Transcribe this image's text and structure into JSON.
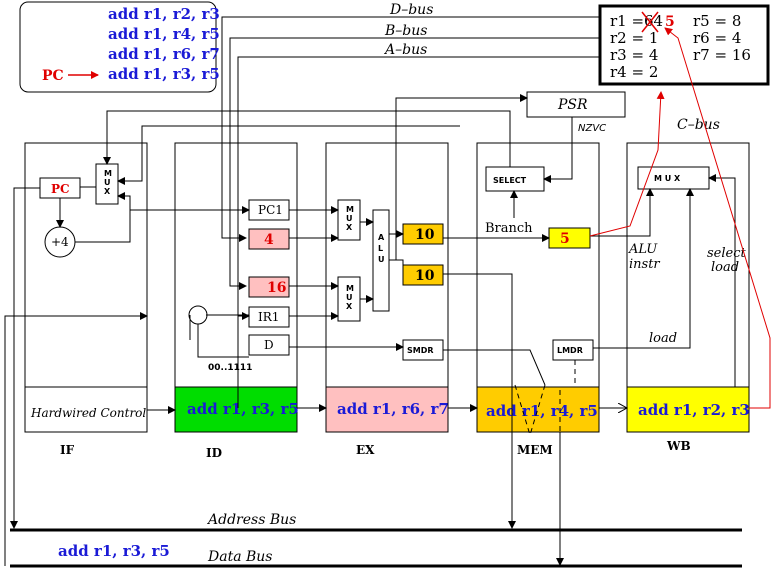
{
  "program": {
    "lines": [
      "add r1, r2, r3",
      "add r1, r4, r5",
      "add r1, r6, r7",
      "add r1, r3, r5"
    ],
    "pc_label": "PC"
  },
  "buses": {
    "d_bus": "D–bus",
    "b_bus": "B–bus",
    "a_bus": "A–bus",
    "c_bus": "C–bus",
    "address_bus": "Address Bus",
    "data_bus": "Data Bus",
    "data_bus_instr": "add r1, r3, r5"
  },
  "registers": {
    "r1_label": "r1 =",
    "r1_old": "64",
    "r1_new": "5",
    "r2": "r2 = 1",
    "r3": "r3 = 4",
    "r4": "r4 = 2",
    "r5": "r5 = 8",
    "r6": "r6 = 4",
    "r7": "r7 = 16"
  },
  "psr": {
    "label": "PSR",
    "flags": "NZVC"
  },
  "if_stage": {
    "pc": "PC",
    "mux": "M U X",
    "adder": "+4",
    "control": "Hardwired Control",
    "name": "IF"
  },
  "id_stage": {
    "pc1": "PC1",
    "val_a": "4",
    "val_b": "16",
    "ir1": "IR1",
    "d": "D",
    "range": "00..1111",
    "instr": "add r1, r3, r5",
    "name": "ID"
  },
  "ex_stage": {
    "mux1": "M U X",
    "mux2": "M U X",
    "alu": "A L U",
    "out1": "10",
    "out2": "10",
    "smdr": "SMDR",
    "instr": "add r1, r6, r7",
    "name": "EX"
  },
  "mem_stage": {
    "select": "SELECT",
    "branch": "Branch",
    "result": "5",
    "lmdr": "LMDR",
    "instr": "add r1, r4, r5",
    "name": "MEM"
  },
  "wb_stage": {
    "mux": "M U X",
    "alu_instr_1": "ALU",
    "alu_instr_2": "instr",
    "select_load_1": "select",
    "select_load_2": "load",
    "load": "load",
    "instr": "add r1, r2, r3",
    "name": "WB"
  },
  "colors": {
    "id_box": "#00dd00",
    "ex_box": "#ffc0c0",
    "mem_box": "#ffcc00",
    "wb_box": "#ffff00",
    "instr_text": "#1a1ad6",
    "red": "#e00000"
  }
}
